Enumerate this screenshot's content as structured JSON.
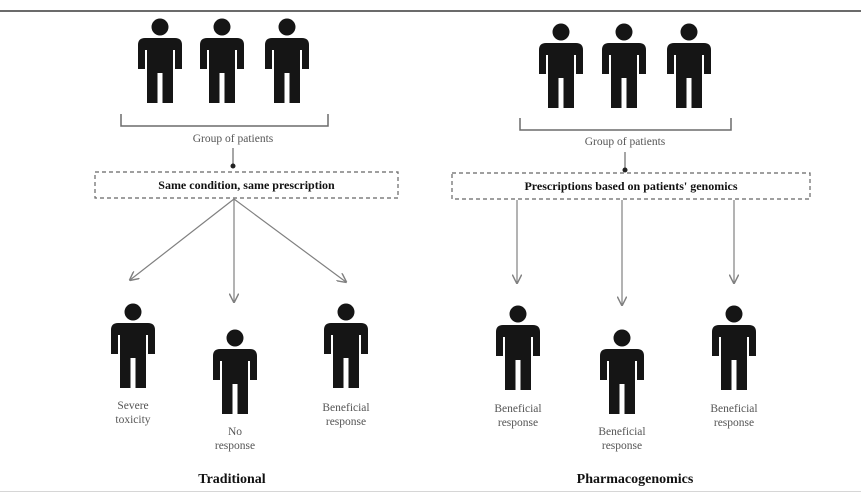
{
  "colors": {
    "figure": "#151515",
    "line": "#808080",
    "text": "#555555",
    "title": "#111111"
  },
  "icons": {
    "person": "person-icon"
  },
  "traditional": {
    "group_label": "Group of patients",
    "box_label": "Same condition, same prescription",
    "outcomes": [
      {
        "line1": "Severe",
        "line2": "toxicity"
      },
      {
        "line1": "No",
        "line2": "response"
      },
      {
        "line1": "Beneficial",
        "line2": "response"
      }
    ],
    "title": "Traditional"
  },
  "pharmacogenomics": {
    "group_label": "Group of patients",
    "box_label": "Prescriptions based on patients' genomics",
    "outcomes": [
      {
        "line1": "Beneficial",
        "line2": "response"
      },
      {
        "line1": "Beneficial",
        "line2": "response"
      },
      {
        "line1": "Beneficial",
        "line2": "response"
      }
    ],
    "title": "Pharmacogenomics"
  }
}
